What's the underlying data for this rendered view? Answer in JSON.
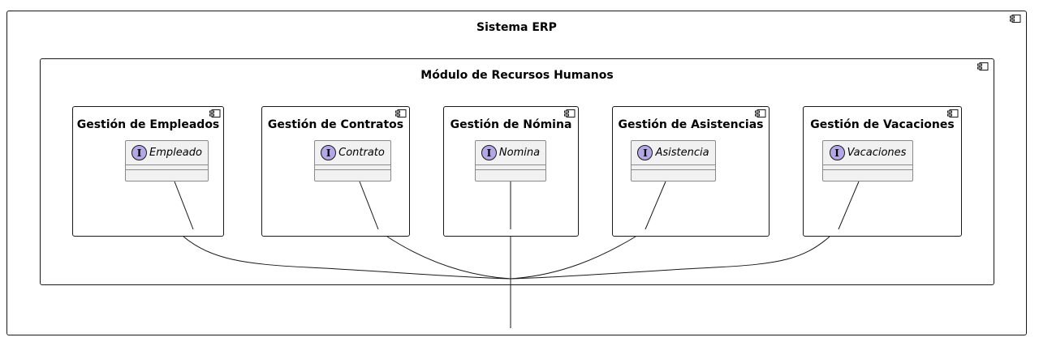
{
  "system": {
    "title": "Sistema ERP"
  },
  "module": {
    "title": "Módulo de Recursos Humanos"
  },
  "components": [
    {
      "title": "Gestión de Empleados",
      "interface": "Empleado"
    },
    {
      "title": "Gestión de Contratos",
      "interface": "Contrato"
    },
    {
      "title": "Gestión de Nómina",
      "interface": "Nomina"
    },
    {
      "title": "Gestión de Asistencias",
      "interface": "Asistencia"
    },
    {
      "title": "Gestión de Vacaciones",
      "interface": "Vacaciones"
    }
  ],
  "interface_badge": "I",
  "colors": {
    "border": "#181818",
    "interface_fill": "#f1f1f1",
    "badge_fill": "#b4a7e5"
  },
  "icons": {
    "component": "component-icon",
    "interface": "interface-icon"
  }
}
